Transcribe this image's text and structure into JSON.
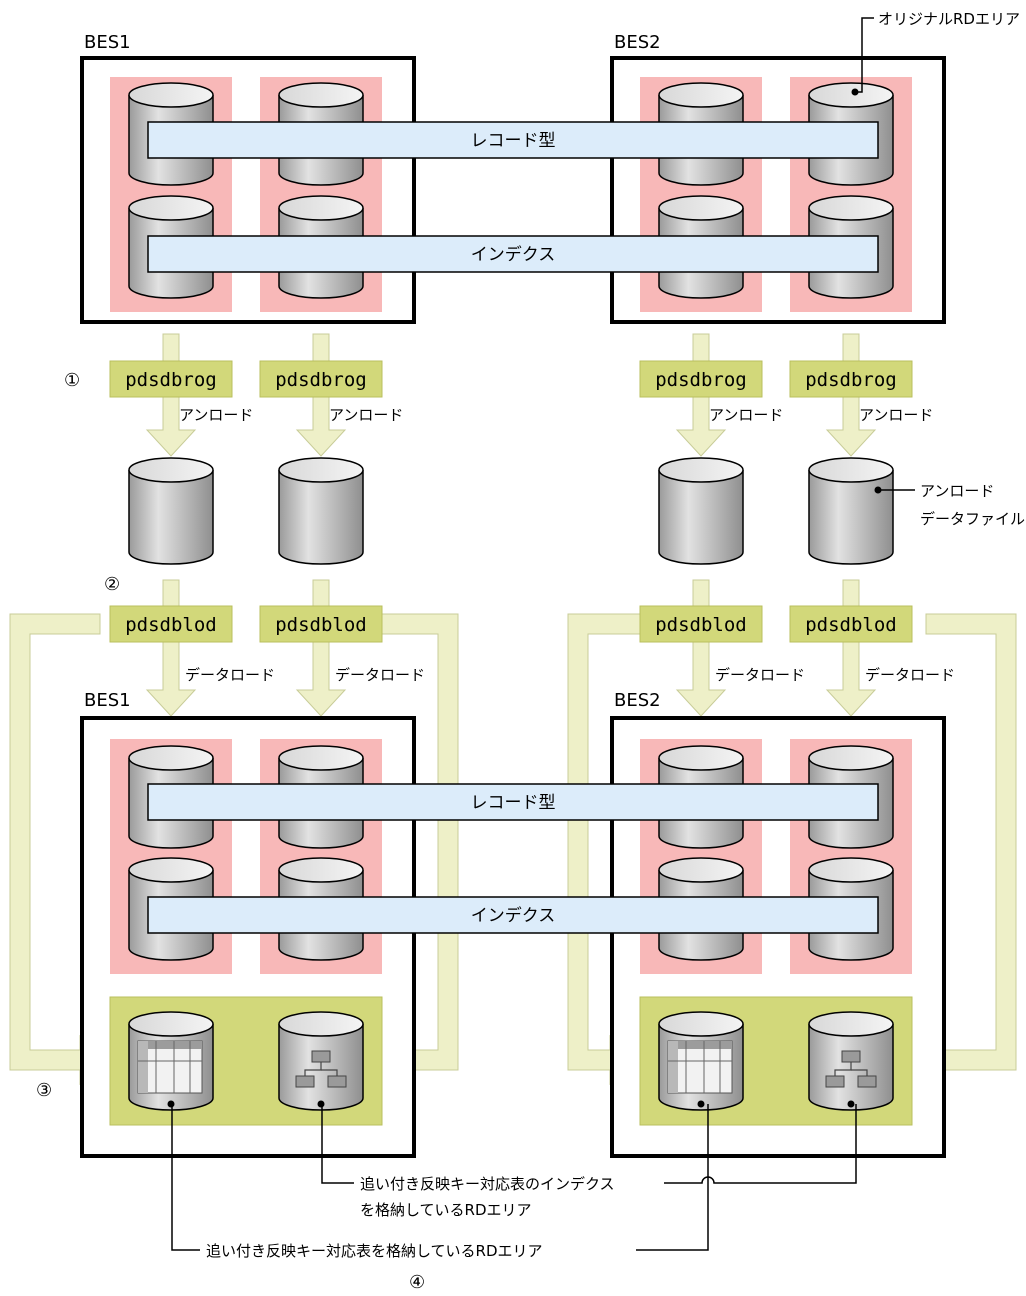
{
  "labels": {
    "original_rd_area": "オリジナルRDエリア",
    "unload_data_file_1": "アンロード",
    "unload_data_file_2": "データファイル",
    "index_note_1": "追い付き反映キー対応表のインデクス",
    "index_note_2": "を格納しているRDエリア",
    "table_note": "追い付き反映キー対応表を格納しているRDエリア"
  },
  "steps": {
    "s1": "①",
    "s2": "②",
    "s3": "③",
    "s4": "④"
  },
  "top": {
    "bes1": "BES1",
    "bes2": "BES2",
    "record_bar": "レコード型",
    "index_bar": "インデクス"
  },
  "bottom": {
    "bes1": "BES1",
    "bes2": "BES2",
    "record_bar": "レコード型",
    "index_bar": "インデクス"
  },
  "unload": {
    "command": "pdsdbrog",
    "action": "アンロード",
    "columns": [
      {
        "command": "pdsdbrog",
        "action": "アンロード"
      },
      {
        "command": "pdsdbrog",
        "action": "アンロード"
      },
      {
        "command": "pdsdbrog",
        "action": "アンロード"
      },
      {
        "command": "pdsdbrog",
        "action": "アンロード"
      }
    ]
  },
  "load": {
    "columns": [
      {
        "command": "pdsdblod",
        "action": "データロード"
      },
      {
        "command": "pdsdblod",
        "action": "データロード"
      },
      {
        "command": "pdsdblod",
        "action": "データロード"
      },
      {
        "command": "pdsdblod",
        "action": "データロード"
      }
    ]
  },
  "colors": {
    "pink": "#f8b8b8",
    "light_blue": "#dcecfa",
    "olive": "#d2d87a",
    "arrow": "#eef0c8",
    "cyl_fill": "#c8c8c8"
  }
}
